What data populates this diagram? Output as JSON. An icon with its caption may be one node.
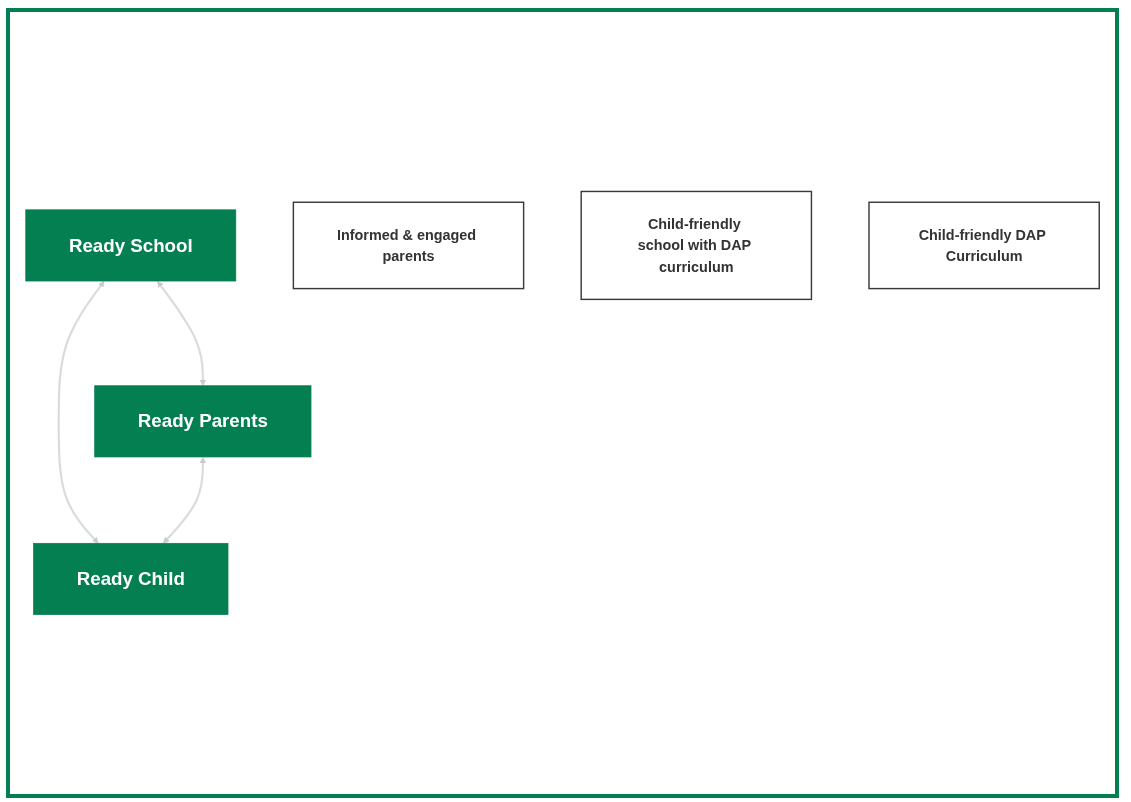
{
  "diagram": {
    "nodes": [
      {
        "text": [
          "Ready School"
        ]
      },
      {
        "text": [
          "Ready Parents"
        ]
      },
      {
        "text": [
          "Ready Child"
        ]
      },
      {
        "text": [
          "Informed & engaged parents"
        ]
      },
      {
        "text": [
          "Child-friendly school with DAP curriculum"
        ]
      },
      {
        "text": [
          "Child-friendly DAP Curriculum"
        ]
      }
    ],
    "edges": [
      {
        "from": 0,
        "to": 1,
        "arrow": "both"
      },
      {
        "from": 0,
        "to": 2,
        "arrow": "both"
      },
      {
        "from": 1,
        "to": 2,
        "arrow": "both"
      }
    ]
  }
}
